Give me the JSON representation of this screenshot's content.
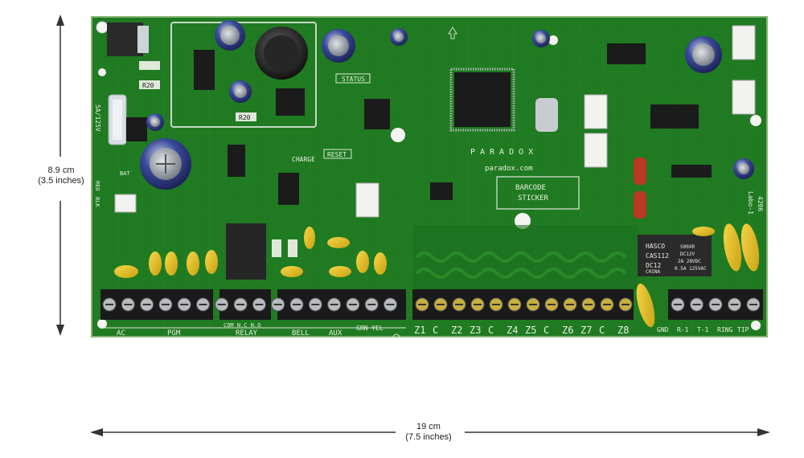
{
  "dimensions": {
    "height_cm": "8.9 cm",
    "height_in": "(3.5 inches)",
    "width_cm": "19 cm",
    "width_in": "(7.5 inches)"
  },
  "board": {
    "brand": "PARADOX",
    "website": "paradox.com",
    "barcode_line1": "BARCODE",
    "barcode_line2": "STICKER",
    "labels": {
      "status": "STATUS",
      "reset": "RESET",
      "charge": "CHARGE",
      "labo": "Labo-1",
      "labo_num": "4206",
      "bat": "BAT",
      "red": "RED",
      "blk": "BLK",
      "fuse": "5A/125V"
    },
    "relay": {
      "brand": "HASCO",
      "model": "CAS112",
      "voltage": "DC12",
      "rating1": "S00XR",
      "rating2": "DC12V",
      "rating3": "2A 28VDC",
      "rating4": "0.5A 125VAC",
      "origin": "CHINA"
    },
    "terminal_groups": [
      "AC",
      "PGM",
      "RELAY",
      "BELL",
      "AUX",
      "GRN YEL"
    ],
    "relay_sub": "COM N.C N.O",
    "zone_labels": [
      "Z1",
      "C",
      "Z2",
      "Z3",
      "C",
      "Z4",
      "Z5",
      "C",
      "Z6",
      "Z7",
      "C",
      "Z8"
    ],
    "phone_labels": [
      "GND",
      "R-1",
      "T-1",
      "RING",
      "TIP"
    ]
  }
}
